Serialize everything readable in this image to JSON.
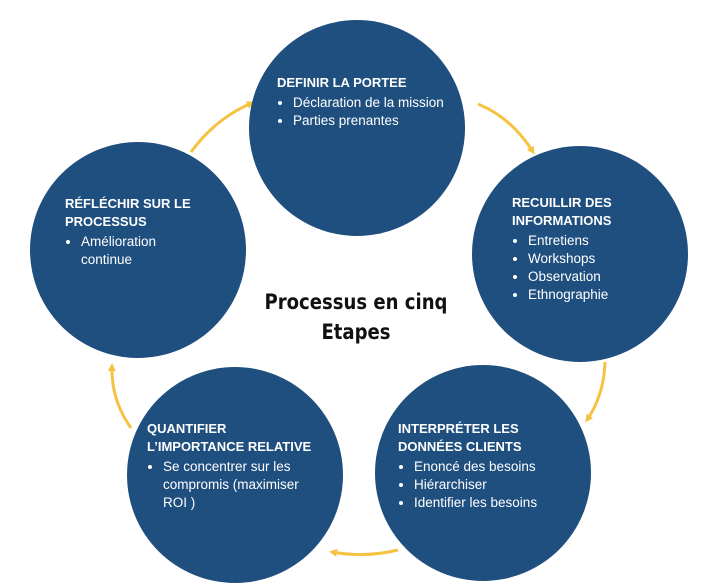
{
  "diagram": {
    "center_title": {
      "line1": "Processus en cinq",
      "line2": "Etapes"
    },
    "colors": {
      "circle_fill": "#1f4f7f",
      "arrow": "#f5c242",
      "text_on_circle": "#ffffff"
    },
    "steps": [
      {
        "title_lines": [
          "DEFINIR LA PORTEE"
        ],
        "bullets": [
          "Déclaration de la mission",
          "Parties prenantes"
        ]
      },
      {
        "title_lines": [
          "RECUILLIR DES",
          "INFORMATIONS"
        ],
        "bullets": [
          "Entretiens",
          "Workshops",
          "Observation",
          "Ethnographie"
        ]
      },
      {
        "title_lines": [
          "INTERPRÉTER LES",
          "DONNÉES CLIENTS"
        ],
        "bullets": [
          "Enoncé des besoins",
          "Hiérarchiser",
          "Identifier les besoins"
        ]
      },
      {
        "title_lines": [
          "QUANTIFIER",
          "L’IMPORTANCE RELATIVE"
        ],
        "bullets": [
          "Se concentrer sur les compromis (maximiser ROI )"
        ]
      },
      {
        "title_lines": [
          "RÉFLÉCHIR SUR LE",
          "PROCESSUS"
        ],
        "bullets": [
          "Amélioration continue"
        ]
      }
    ],
    "arrow_icon": "curved-arrow-icon"
  }
}
